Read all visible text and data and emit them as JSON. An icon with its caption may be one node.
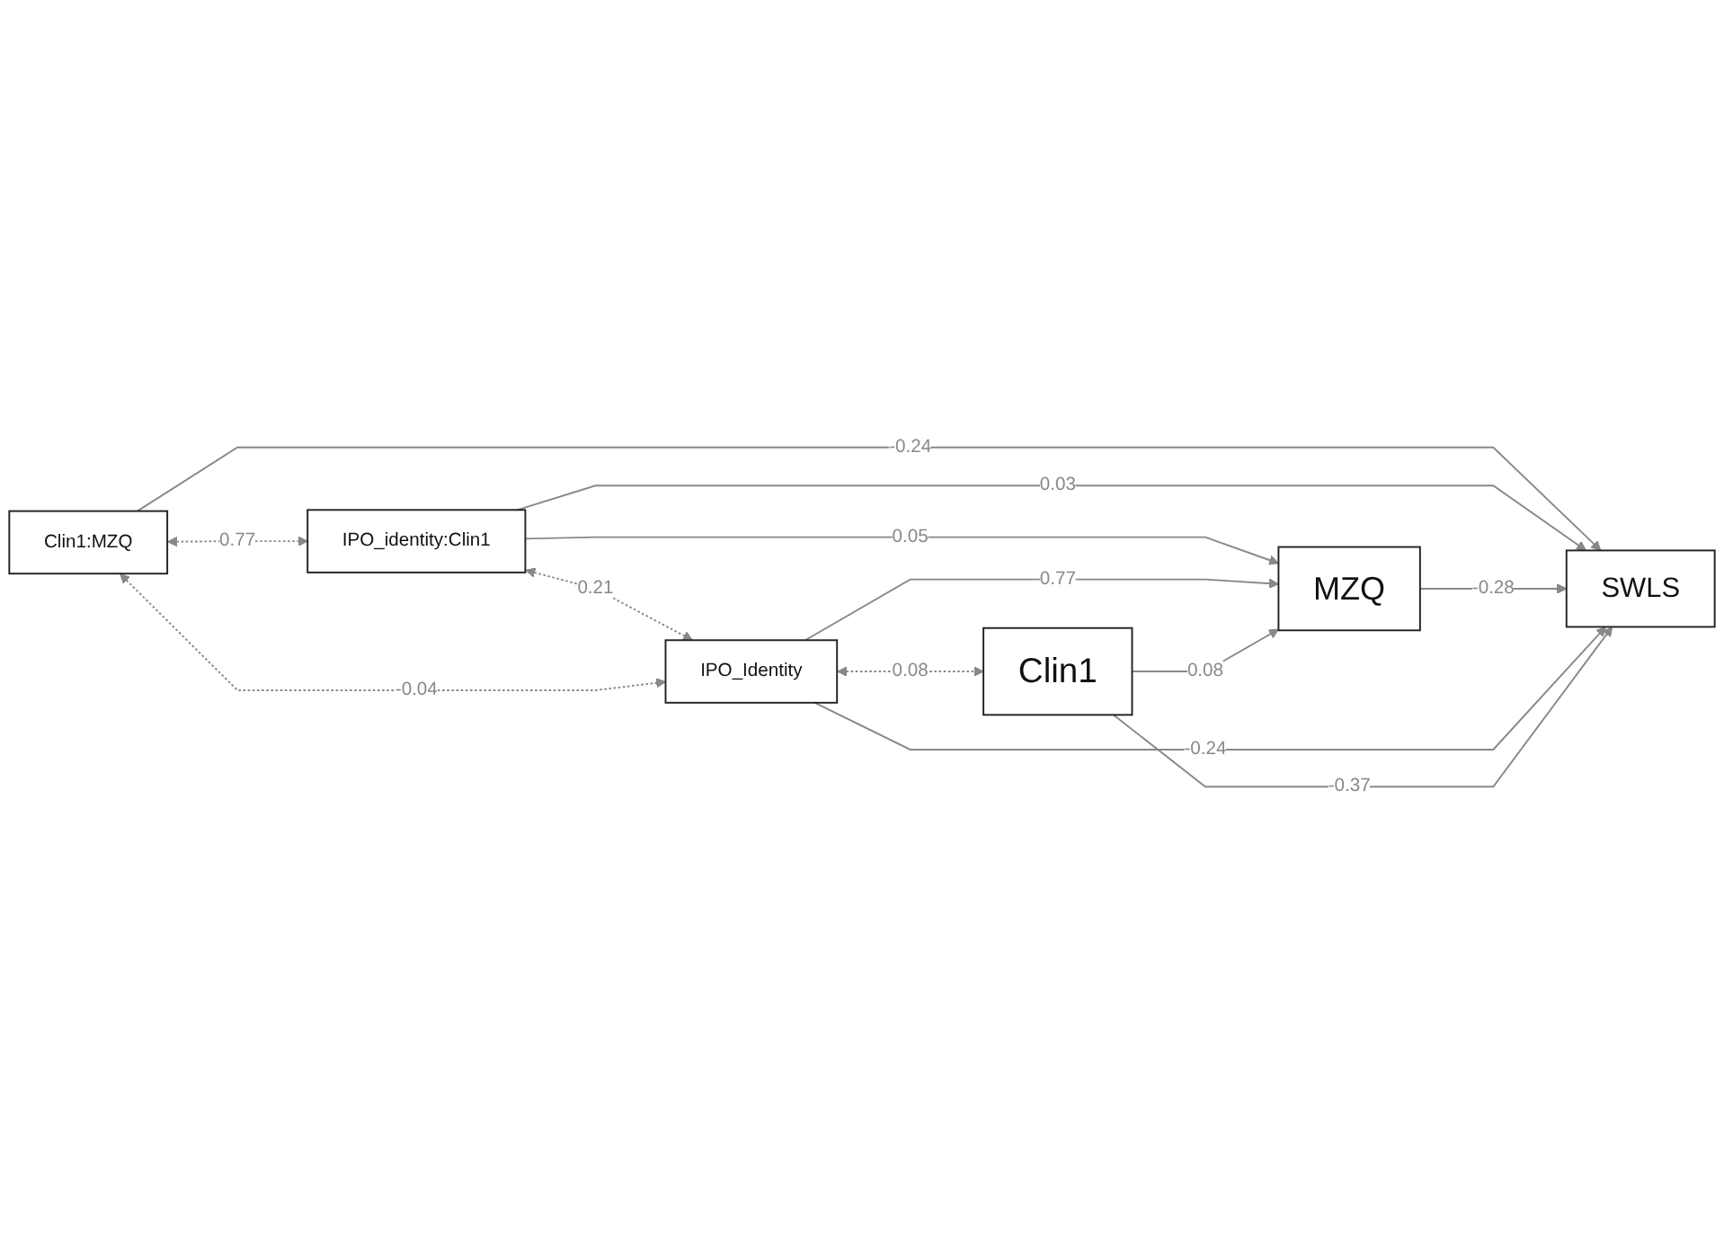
{
  "diagram": {
    "nodes": [
      {
        "text": [
          "Clin1:MZQ"
        ]
      },
      {
        "text": [
          "IPO_identity:Clin1"
        ]
      },
      {
        "text": [
          "MZQ"
        ]
      },
      {
        "text": [
          "SWLS"
        ]
      },
      {
        "text": [
          "IPO_Identity"
        ]
      },
      {
        "text": [
          "Clin1"
        ]
      }
    ],
    "edges": [
      {
        "from": 0,
        "to": 3,
        "arrow": "to",
        "label": "-0.24"
      },
      {
        "from": 1,
        "to": 2,
        "arrow": "to",
        "label": "0.05"
      },
      {
        "from": 1,
        "to": 3,
        "arrow": "to",
        "label": "0.03"
      },
      {
        "from": 2,
        "to": 3,
        "arrow": "to",
        "label": "-0.28"
      },
      {
        "from": 4,
        "to": 2,
        "arrow": "to",
        "label": "0.77"
      },
      {
        "from": 4,
        "to": 3,
        "arrow": "to",
        "label": "-0.24"
      },
      {
        "from": 5,
        "to": 2,
        "arrow": "to",
        "label": "0.08"
      },
      {
        "from": 5,
        "to": 3,
        "arrow": "to",
        "label": "-0.37"
      },
      {
        "from": 0,
        "to": 1,
        "arrow": "both",
        "label": "0.77",
        "style": "dashed"
      },
      {
        "from": 1,
        "to": 4,
        "arrow": "both",
        "label": "0.21",
        "style": "dashed"
      },
      {
        "from": 0,
        "to": 4,
        "arrow": "both",
        "label": "-0.04",
        "style": "dashed"
      },
      {
        "from": 4,
        "to": 5,
        "arrow": "both",
        "label": "0.08",
        "style": "dashed"
      }
    ]
  }
}
